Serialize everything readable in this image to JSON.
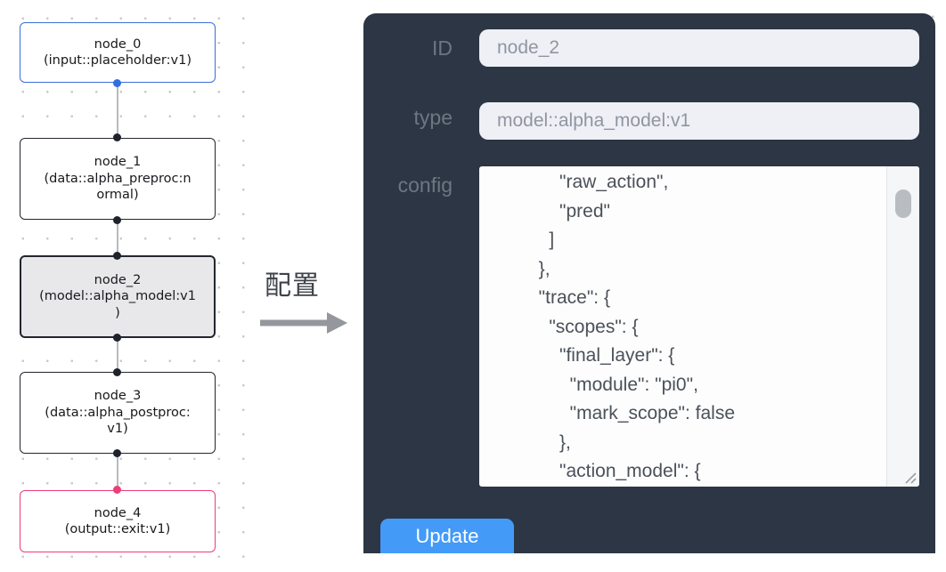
{
  "canvas": {
    "nodes": [
      {
        "title": "node_0",
        "subtitle": "(input::placeholder:v1)"
      },
      {
        "title": "node_1",
        "subtitle": "(data::alpha_preproc:n\normal)"
      },
      {
        "title": "node_2",
        "subtitle": "(model::alpha_model:v1\n)"
      },
      {
        "title": "node_3",
        "subtitle": "(data::alpha_postproc:\nv1)"
      },
      {
        "title": "node_4",
        "subtitle": "(output::exit:v1)"
      }
    ]
  },
  "annotation": {
    "label": "配置"
  },
  "panel": {
    "id_label": "ID",
    "id_value": "node_2",
    "type_label": "type",
    "type_value": "model::alpha_model:v1",
    "config_label": "config",
    "config_text": "            \"raw_action\",\n            \"pred\"\n          ]\n        },\n        \"trace\": {\n          \"scopes\": {\n            \"final_layer\": {\n              \"module\": \"pi0\",\n              \"mark_scope\": false\n            },\n            \"action_model\": {",
    "update_label": "Update"
  },
  "colors": {
    "panel_bg": "#2c3644",
    "update_button": "#449af7",
    "input_bg": "#eef0f5",
    "node_input_border": "#3a6fd8",
    "node_output_border": "#ee3d7a",
    "node_default_border": "#23262e",
    "selected_node_bg": "#e8e8ea",
    "handle_blue": "#2f6fe0",
    "handle_pink": "#ee3d7a",
    "handle_dark": "#1e222b",
    "canvas_dot": "#c7c9cd"
  }
}
